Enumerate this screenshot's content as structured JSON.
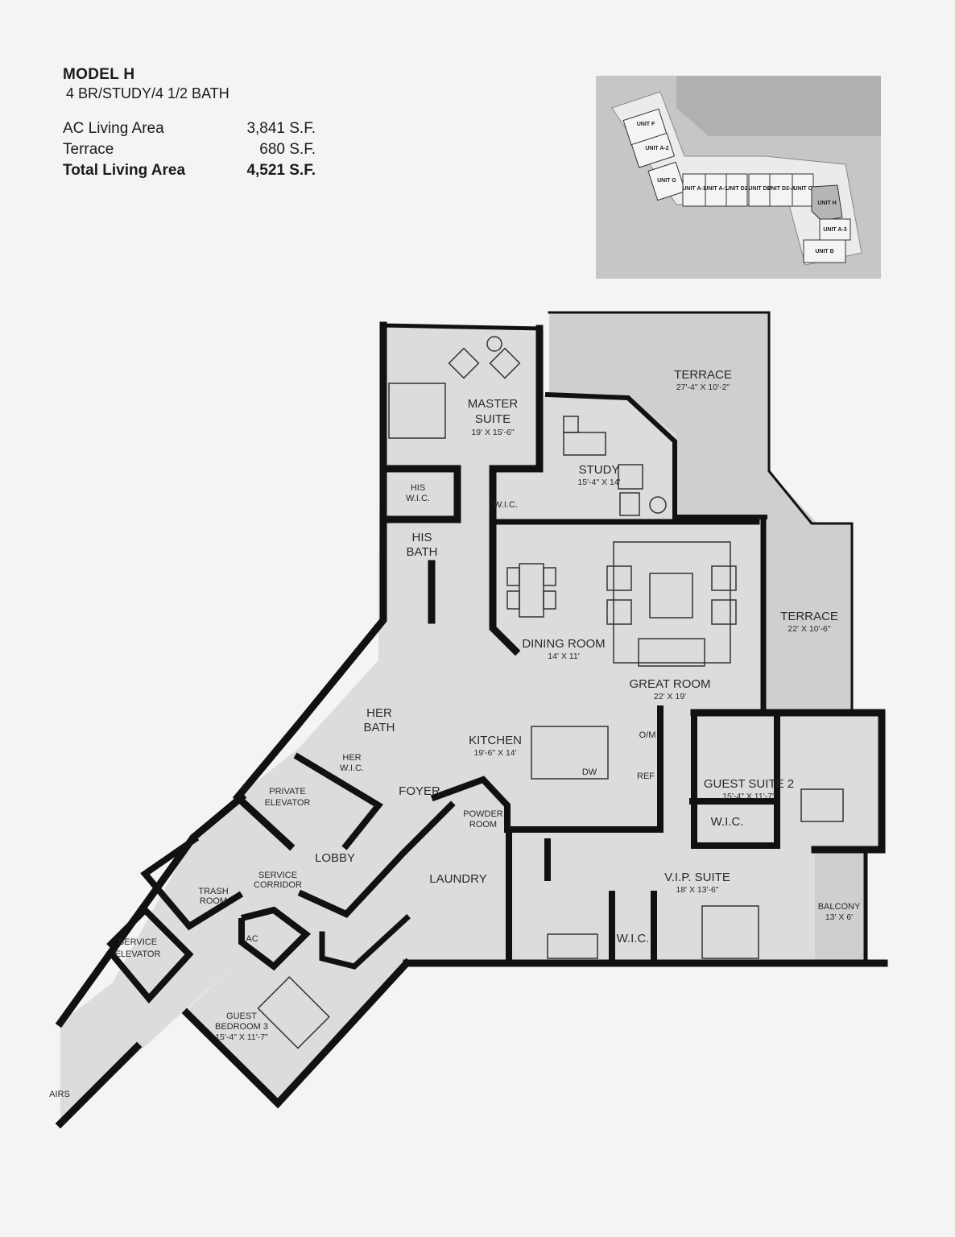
{
  "header": {
    "model": "MODEL H",
    "config": "4 BR/STUDY/4 1/2 BATH",
    "areas": [
      {
        "label": "AC Living Area",
        "value": "3,841 S.F."
      },
      {
        "label": "Terrace",
        "value": "680 S.F."
      },
      {
        "label": "Total Living Area",
        "value": "4,521 S.F.",
        "bold": true
      }
    ]
  },
  "key_plan": {
    "units": [
      "UNIT F",
      "UNIT A-2",
      "UNIT G",
      "UNIT A-1",
      "UNIT A-1",
      "UNIT D2",
      "UNIT D2",
      "UNIT D2-A",
      "UNIT C",
      "UNIT H",
      "UNIT A-3",
      "UNIT B"
    ],
    "highlighted": "UNIT H"
  },
  "rooms": {
    "master_suite": {
      "name": "MASTER SUITE",
      "line1": "MASTER",
      "line2": "SUITE",
      "dims": "19' X 15'-6\""
    },
    "terrace_1": {
      "name": "TERRACE",
      "dims": "27'-4\" X 10'-2\""
    },
    "study": {
      "name": "STUDY",
      "dims": "15'-4\" X 14'"
    },
    "his_wic": {
      "line1": "HIS",
      "line2": "W.I.C."
    },
    "wic_master": {
      "name": "W.I.C."
    },
    "his_bath": {
      "line1": "HIS",
      "line2": "BATH"
    },
    "dining_room": {
      "name": "DINING ROOM",
      "dims": "14' X 11'"
    },
    "great_room": {
      "name": "GREAT ROOM",
      "dims": "22' X 19'"
    },
    "terrace_2": {
      "name": "TERRACE",
      "dims": "22' X 10'-6\""
    },
    "her_bath": {
      "line1": "HER",
      "line2": "BATH"
    },
    "her_wic": {
      "line1": "HER",
      "line2": "W.I.C."
    },
    "kitchen": {
      "name": "KITCHEN",
      "dims": "19'-6\" X 14'"
    },
    "om": "O/M",
    "ref": "REF",
    "dw": "DW",
    "guest_suite_2": {
      "name": "GUEST SUITE 2",
      "dims": "15'-4\" X 11'-7\""
    },
    "wic_guest2": {
      "name": "W.I.C."
    },
    "private_elevator": {
      "line1": "PRIVATE",
      "line2": "ELEVATOR"
    },
    "foyer": {
      "name": "FOYER"
    },
    "powder_room": {
      "line1": "POWDER",
      "line2": "ROOM"
    },
    "lobby": {
      "name": "LOBBY"
    },
    "laundry": {
      "name": "LAUNDRY"
    },
    "vip_suite": {
      "name": "V.I.P. SUITE",
      "dims": "18' X 13'-6\""
    },
    "wic_vip": {
      "name": "W.I.C."
    },
    "balcony": {
      "name": "BALCONY",
      "dims": "13' X 6'"
    },
    "service_corridor": {
      "line1": "SERVICE",
      "line2": "CORRIDOR"
    },
    "trash_room": {
      "line1": "TRASH",
      "line2": "ROOM"
    },
    "service_elevator": {
      "line1": "SERVICE",
      "line2": "ELEVATOR"
    },
    "ac": "AC",
    "guest_bedroom_3": {
      "line1": "GUEST",
      "line2": "BEDROOM 3",
      "dims": "15'-4\" X 11'-7\""
    },
    "stairs": "AIRS"
  },
  "colors": {
    "page": "#f4f4f2",
    "interior_fill": "#dcdcda",
    "terrace_fill": "#d0d0ce",
    "wall": "#111111",
    "keyplan_bg": "#c9c9c7",
    "keyplan_highlight": "#b5b5b3"
  }
}
